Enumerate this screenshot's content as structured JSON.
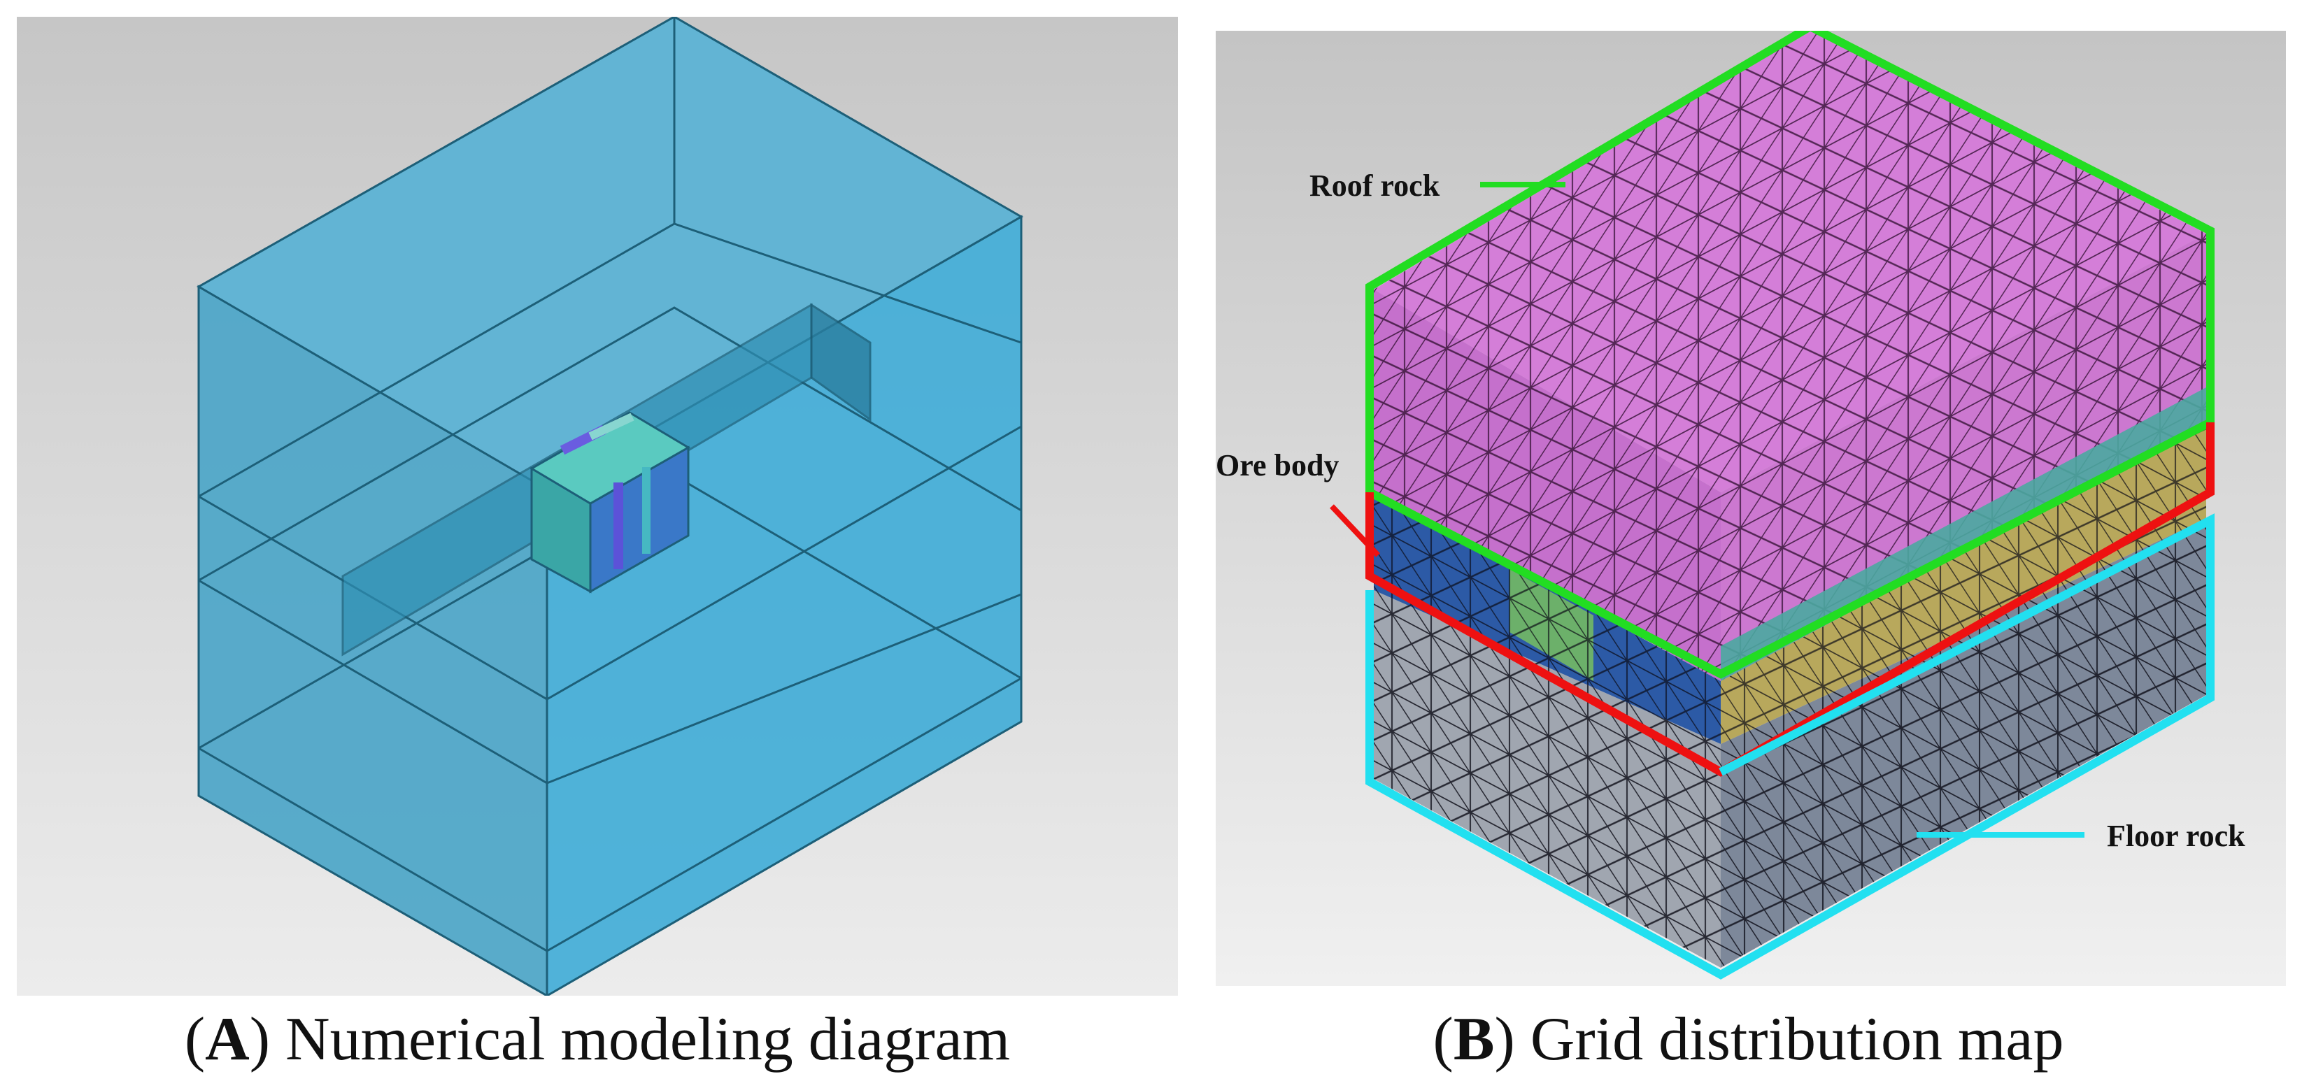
{
  "panel_a": {
    "caption_open": "(",
    "caption_letter": "A",
    "caption_rest": ") Numerical modeling diagram",
    "colors": {
      "box": "#4fb8dc",
      "box_edge": "#1d5f78",
      "ore": "#3aa6a6"
    }
  },
  "panel_b": {
    "caption_open": "(",
    "caption_letter": "B",
    "caption_rest": ") Grid distribution map",
    "labels": {
      "roof": "Roof rock",
      "ore": "Ore body",
      "floor": "Floor rock"
    },
    "colors": {
      "roof": "#d47ed8",
      "ore_band": "#b8a85c",
      "floor": "#8a96a8",
      "roof_outline": "#22dd22",
      "ore_outline": "#ee1111",
      "floor_outline": "#22e0f0"
    }
  }
}
